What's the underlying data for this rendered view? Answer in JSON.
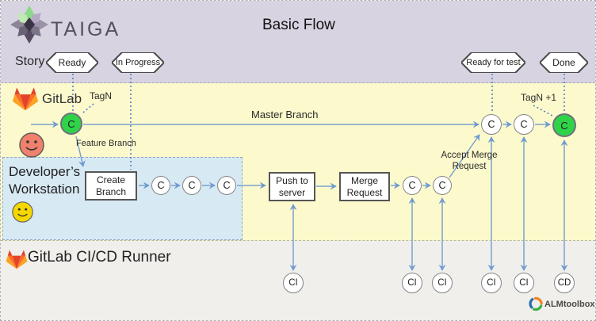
{
  "title": "Basic Flow",
  "brand": {
    "taiga": "TAIGA",
    "almtoolbox": "ALMtoolbox"
  },
  "story": {
    "label": "Story",
    "states": {
      "ready": "Ready",
      "in_progress": "In Progress",
      "ready_for_test": "Ready for test",
      "done": "Done"
    }
  },
  "gitlab": {
    "label": "GitLab",
    "master_branch": "Master Branch",
    "tag_n": "TagN",
    "tag_n_plus_1": "TagN +1",
    "feature_branch": "Feature Branch",
    "accept_merge_request": "Accept Merge Request",
    "push_to_server": "Push to server",
    "merge_request": "Merge Request"
  },
  "workstation": {
    "label": "Developer’s Workstation",
    "create_branch": "Create Branch"
  },
  "runner": {
    "label": "GitLab CI/CD Runner"
  },
  "labels": {
    "commit": "C",
    "ci": "CI",
    "cd": "CD"
  },
  "colors": {
    "band_taiga": "#d8d3e1",
    "band_gitlab": "#fcf9cc",
    "workstation_box": "#d7e9f3",
    "band_runner": "#f0efeb",
    "commit_green": "#2fd348",
    "arrow_blue": "#7aa2cf",
    "dotted_blue": "#4a77c8",
    "gitlab_orange": "#fc6d26",
    "gitlab_red": "#e24329"
  }
}
